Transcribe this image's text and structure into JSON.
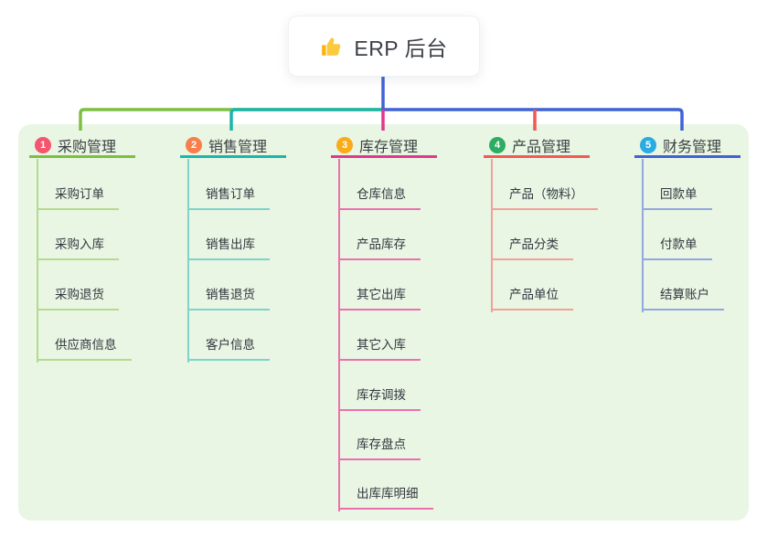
{
  "root": {
    "title": "ERP 后台",
    "icon": "thumbs-up-icon"
  },
  "branches": [
    {
      "badge": "1",
      "title": "采购管理",
      "color": "#7dbf41",
      "line_light": "#b5da8e",
      "badge_color": "#f5566d",
      "items": [
        "采购订单",
        "采购入库",
        "采购退货",
        "供应商信息"
      ]
    },
    {
      "badge": "2",
      "title": "销售管理",
      "color": "#1cb5ab",
      "line_light": "#80d2cb",
      "badge_color": "#f87f4b",
      "items": [
        "销售订单",
        "销售出库",
        "销售退货",
        "客户信息"
      ]
    },
    {
      "badge": "3",
      "title": "库存管理",
      "color": "#e0388f",
      "line_light": "#ee6fb0",
      "badge_color": "#fbab19",
      "items": [
        "仓库信息",
        "产品库存",
        "其它出库",
        "其它入库",
        "库存调拨",
        "库存盘点",
        "出库库明细"
      ]
    },
    {
      "badge": "4",
      "title": "产品管理",
      "color": "#f15955",
      "line_light": "#f5a09b",
      "badge_color": "#2dad61",
      "items": [
        "产品（物料）",
        "产品分类",
        "产品单位"
      ]
    },
    {
      "badge": "5",
      "title": "财务管理",
      "color": "#4062d5",
      "line_light": "#93a7e1",
      "badge_color": "#2aabe2",
      "items": [
        "回款单",
        "付款单",
        "结算账户"
      ]
    }
  ],
  "panel_color": "#e8f6e3",
  "root_connector_color": "#4062d5"
}
